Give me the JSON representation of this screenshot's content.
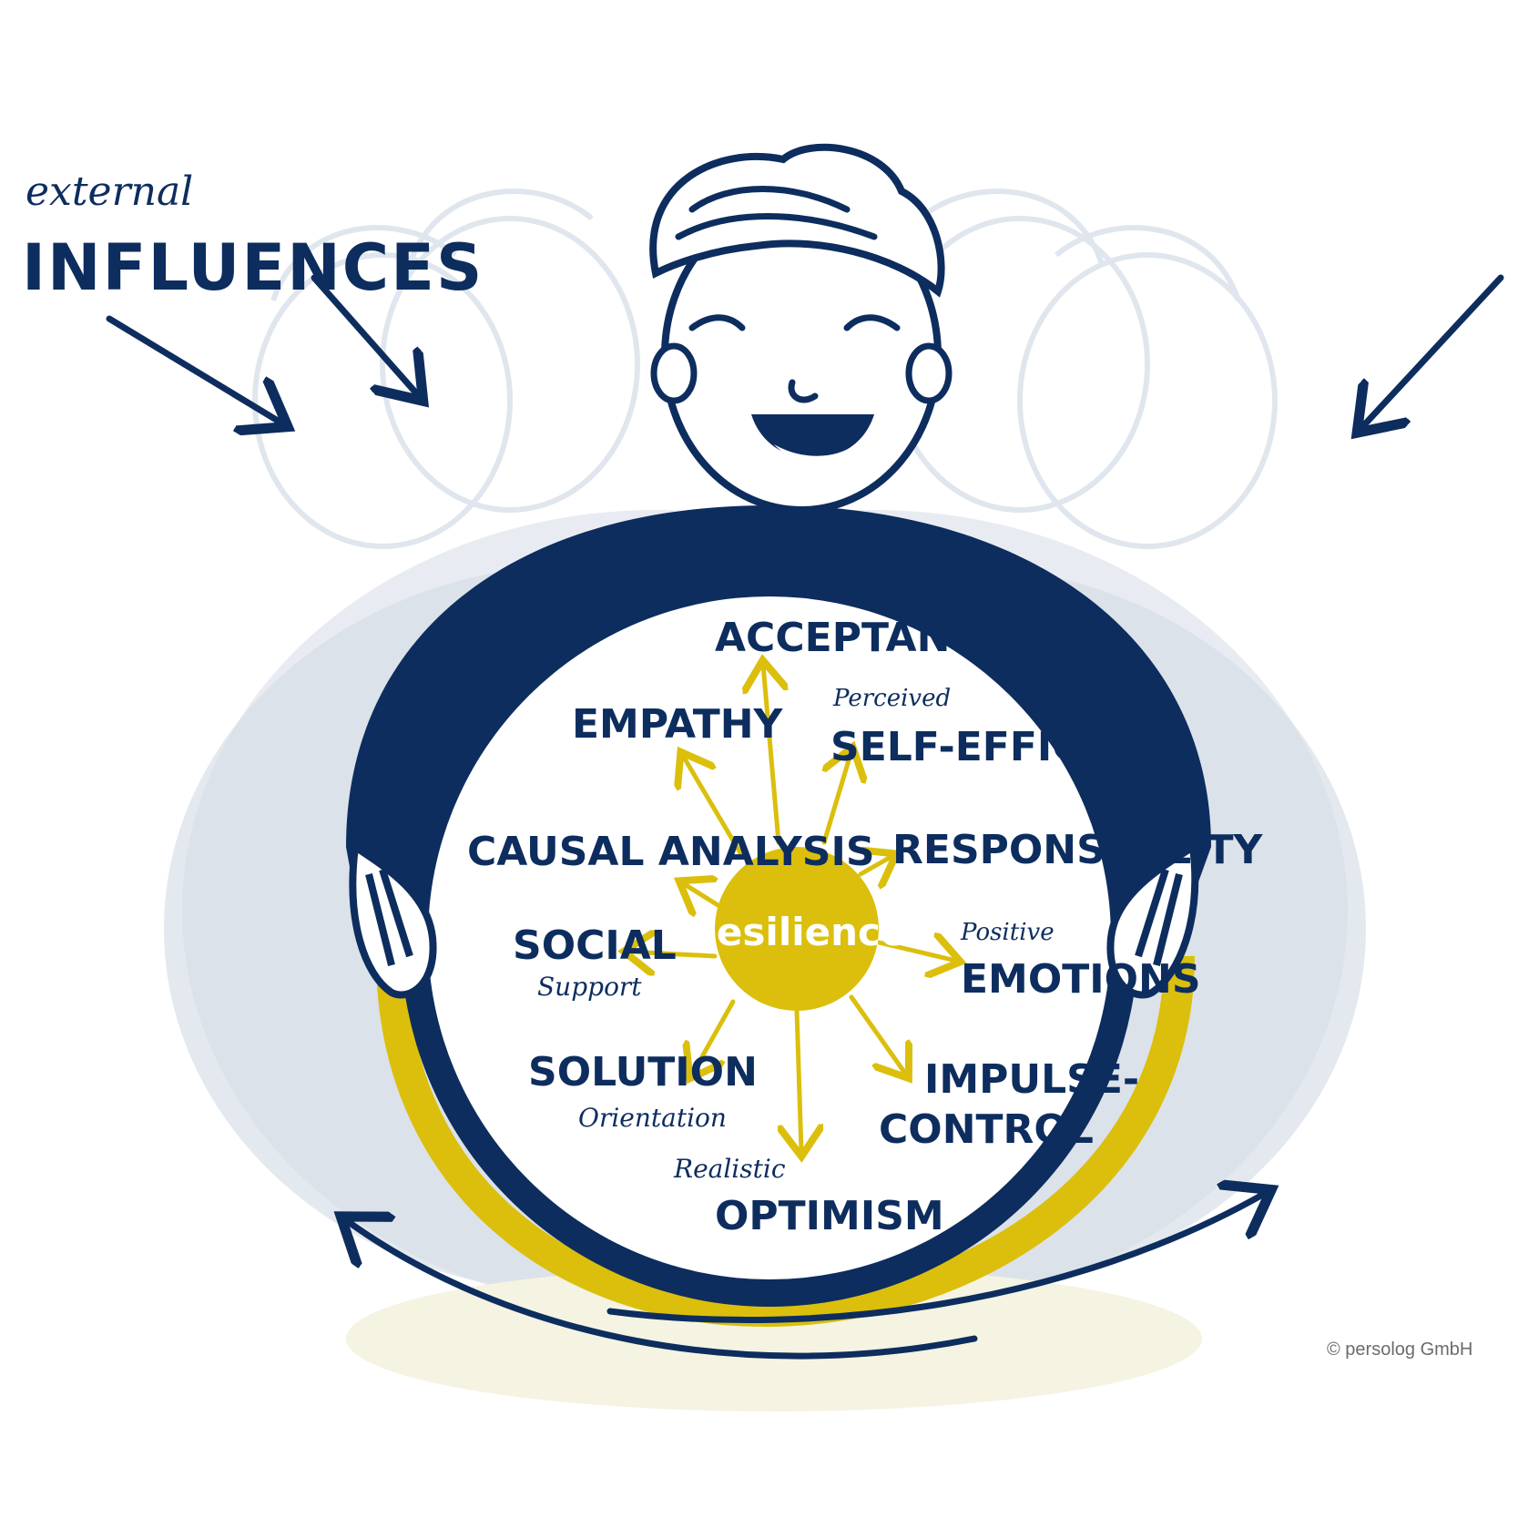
{
  "header": {
    "small": "external",
    "big": "INFLUENCES"
  },
  "center": {
    "label": "Resilience"
  },
  "factors": [
    {
      "id": "acceptance",
      "small": "",
      "big": "ACCEPTANCE"
    },
    {
      "id": "self-efficacy",
      "small": "Perceived",
      "big": "SELF-EFFICACY"
    },
    {
      "id": "responsibility",
      "small": "",
      "big": "RESPONSIBILITY"
    },
    {
      "id": "positive-emotions",
      "small": "Positive",
      "big": "EMOTIONS"
    },
    {
      "id": "impulse-control",
      "small": "",
      "big": "IMPULSE-",
      "big2": "CONTROL"
    },
    {
      "id": "realistic-optimism",
      "small": "Realistic",
      "big": "OPTIMISM"
    },
    {
      "id": "solution-orientation",
      "small": "Orientation",
      "big": "SOLUTION"
    },
    {
      "id": "social-support",
      "small": "Support",
      "big": "SOCIAL"
    },
    {
      "id": "causal-analysis",
      "small": "",
      "big": "CAUSAL ANALYSIS"
    },
    {
      "id": "empathy",
      "small": "",
      "big": "EMPATHY"
    }
  ],
  "copyright": "© persolog GmbH",
  "colors": {
    "navy": "#0d2d5e",
    "yellow": "#dbbf0c",
    "ghost": "#c8d2e0"
  }
}
